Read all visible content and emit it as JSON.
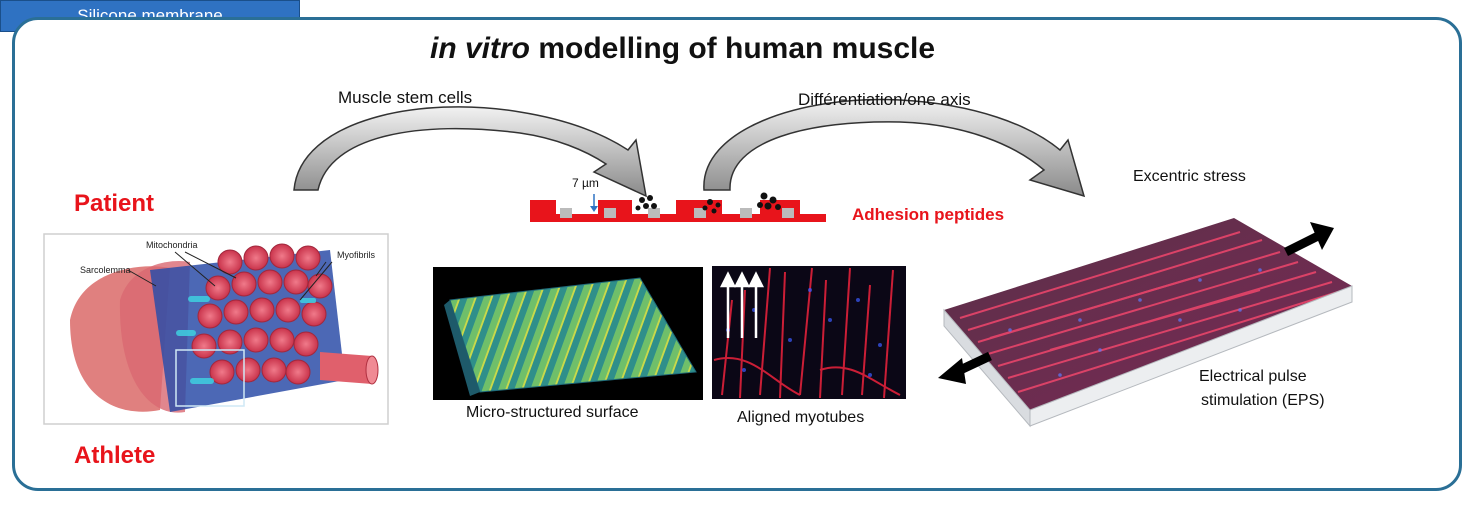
{
  "title": {
    "italic": "in vitro",
    "rest": "modelling of human muscle"
  },
  "labels": {
    "patient": "Patient",
    "athlete": "Athlete",
    "muscle_stem_cells": "Muscle stem cells",
    "differentiation": "Différentiation/one axis",
    "micro_size": "7 µm",
    "silicone_membrane": "Silicone membrane",
    "adhesion_peptides": "Adhesion peptides",
    "micro_structured_surface": "Micro-structured surface",
    "aligned_myotubes": "Aligned myotubes",
    "excentric_stress": "Excentric stress",
    "eps_line1": "Electrical pulse",
    "eps_line2": "stimulation (EPS)"
  },
  "muscle_illustration": {
    "mitochondria": "Mitochondria",
    "myofibrils": "Myofibrils",
    "sarcolemma": "Sarcolemma"
  },
  "colors": {
    "frame": "#2a6f96",
    "accent_red": "#e8141b",
    "membrane_blue": "#2f72c2"
  }
}
